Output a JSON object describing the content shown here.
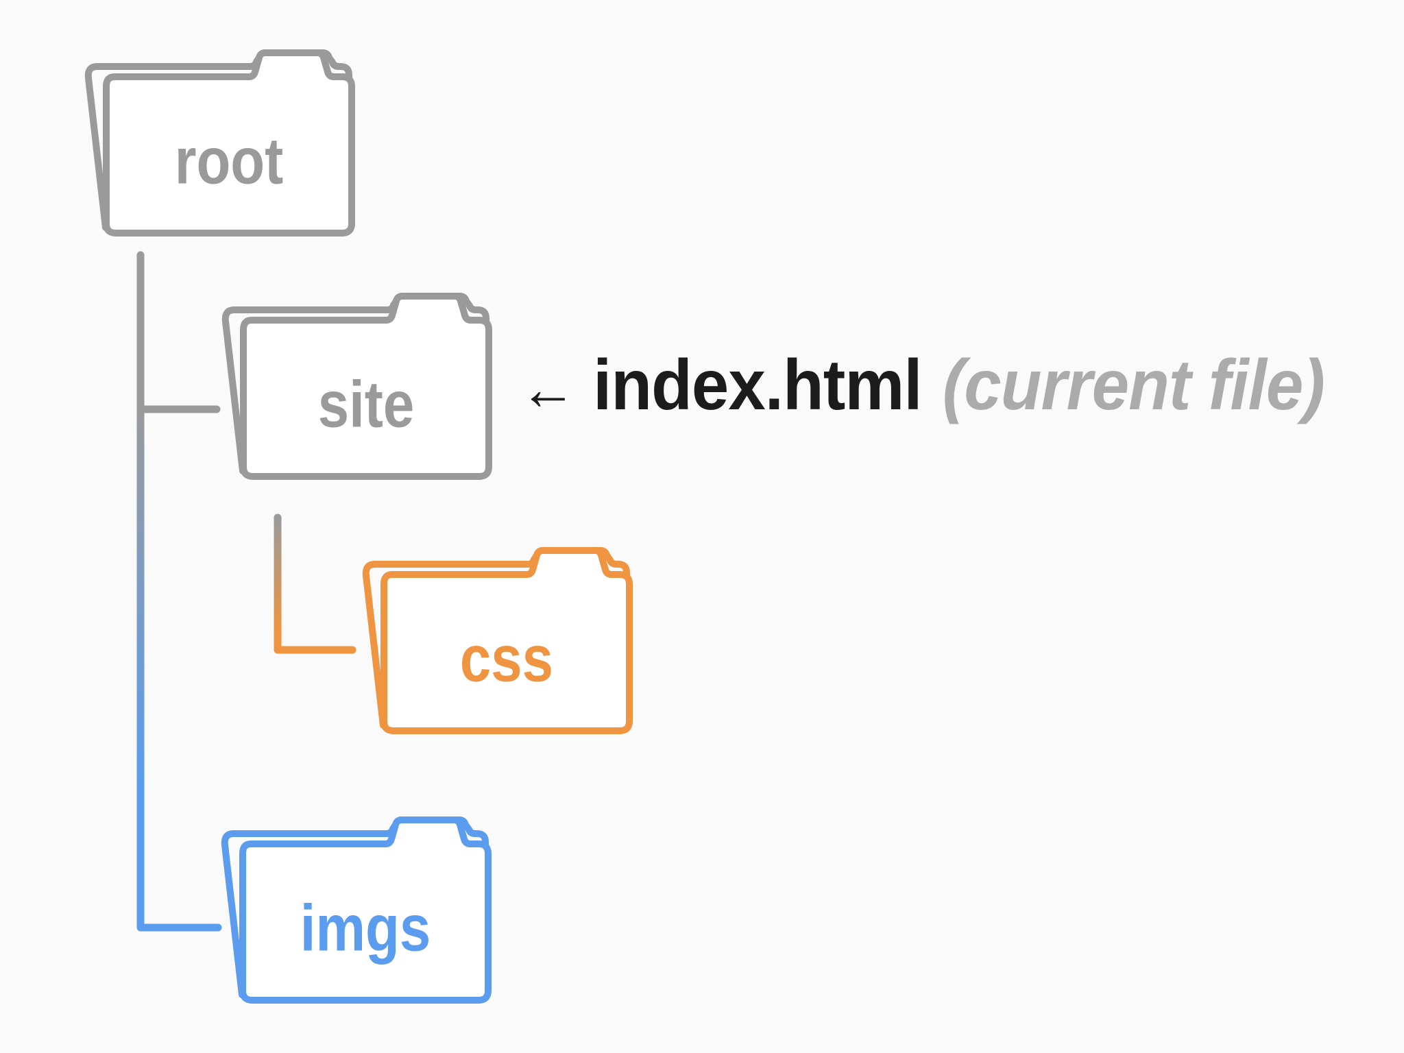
{
  "page": {
    "background": "#fafafa"
  },
  "colors": {
    "gray": "#9a9a9a",
    "orange": "#ef9440",
    "blue": "#5c9cee",
    "text_black": "#1c1c1c",
    "text_muted": "#ababab",
    "folder_fill": "#ffffff"
  },
  "diagram": {
    "folders": [
      {
        "name": "root",
        "depth": 0,
        "color": "gray"
      },
      {
        "name": "site",
        "depth": 1,
        "color": "gray"
      },
      {
        "name": "css",
        "depth": 2,
        "color": "orange"
      },
      {
        "name": "imgs",
        "depth": 1,
        "color": "blue"
      }
    ],
    "annotation": {
      "arrow": "←",
      "filename": "index.html",
      "note": "(current file)"
    }
  }
}
